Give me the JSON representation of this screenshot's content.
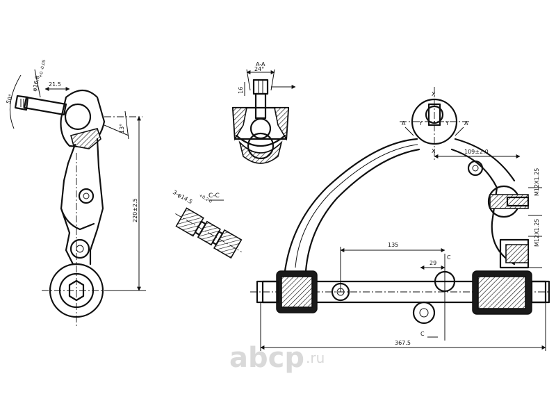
{
  "drawing": {
    "side_view": {
      "angle_ball": "50°",
      "dim_ball_dia": "φ16.8",
      "dim_ball_tol": "+0 -0.05",
      "dim_21_5": "21.5",
      "angle_13": "13°",
      "dim_220": "220±2.5"
    },
    "section_aa": {
      "title": "A-A",
      "angle_24": "24°",
      "dim_16": "16"
    },
    "section_cc": {
      "title": "C-C",
      "holes_label": "3-φ14.5",
      "holes_tol": "+0.2 0"
    },
    "main_view": {
      "label_x_top": "X",
      "label_x_bottom": "X",
      "label_a_left": "A",
      "label_a_right": "A",
      "label_y_left": "Y",
      "label_y_right": "Y",
      "dim_109": "109±2.0",
      "thread_top": "M12X1.25",
      "thread_bottom": "M12X1.25",
      "dim_135": "135",
      "dim_29": "29",
      "label_c_top": "C",
      "label_c_bottom": "C",
      "dim_367_5": "367.5"
    }
  },
  "watermark": {
    "brand": "abcp",
    "domain": ".ru",
    "logo_color": "#d9d9d9"
  }
}
